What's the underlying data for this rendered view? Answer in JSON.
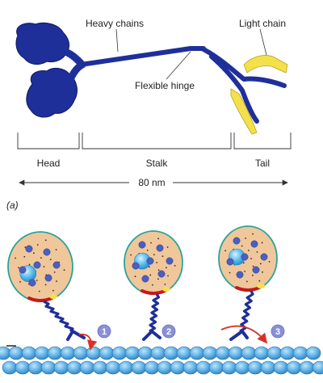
{
  "panel_a": {
    "label_heavy_chains": "Heavy chains",
    "label_light_chain": "Light chain",
    "label_flexible_hinge": "Flexible hinge",
    "segments": {
      "head": "Head",
      "stalk": "Stalk",
      "tail": "Tail"
    },
    "length_label": "80 nm",
    "panel_label": "(a)"
  },
  "panel_b": {
    "steps": [
      "1",
      "2",
      "3"
    ]
  },
  "colors": {
    "myosin_blue": "#1f2f9a",
    "light_chain_yellow": "#f4e04a",
    "vesicle_fill": "#f0c79a",
    "vesicle_outline": "#2aa39a",
    "granule_blue": "#4a5fc0",
    "nucleus_cyan": "#4fb6e8",
    "receptor_red": "#c91818",
    "step_badge": "#8a8fd6",
    "actin_bead": "#5fb2e6",
    "arrow_red": "#d83228"
  }
}
